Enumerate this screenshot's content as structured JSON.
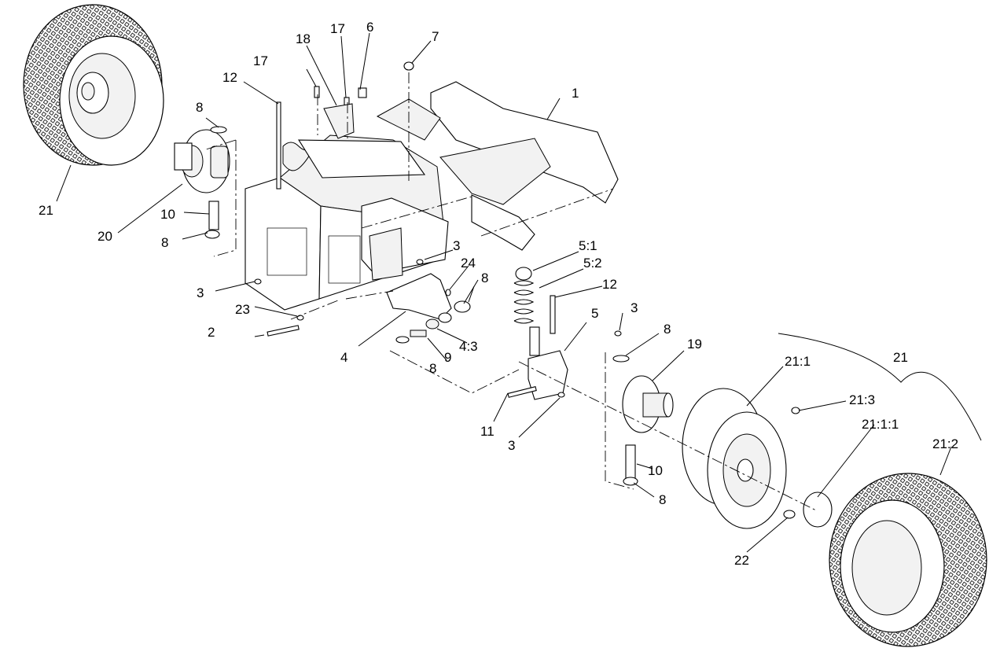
{
  "callouts": {
    "c1": "1",
    "c2": "2",
    "c3a": "3",
    "c3b": "3",
    "c3c": "3",
    "c3d": "3",
    "c4": "4",
    "c4_3": "4:3",
    "c5": "5",
    "c5_1": "5:1",
    "c5_2": "5:2",
    "c6": "6",
    "c7": "7",
    "c8a": "8",
    "c8b": "8",
    "c8c": "8",
    "c8d": "8",
    "c8e": "8",
    "c8f": "8",
    "c9": "9",
    "c10a": "10",
    "c10b": "10",
    "c11": "11",
    "c12a": "12",
    "c12b": "12",
    "c17a": "17",
    "c17b": "17",
    "c18": "18",
    "c19": "19",
    "c20": "20",
    "c21a": "21",
    "c21b": "21",
    "c21_1": "21:1",
    "c21_1_1": "21:1:1",
    "c21_2": "21:2",
    "c21_3": "21:3",
    "c22": "22",
    "c23": "23",
    "c24": "24"
  }
}
